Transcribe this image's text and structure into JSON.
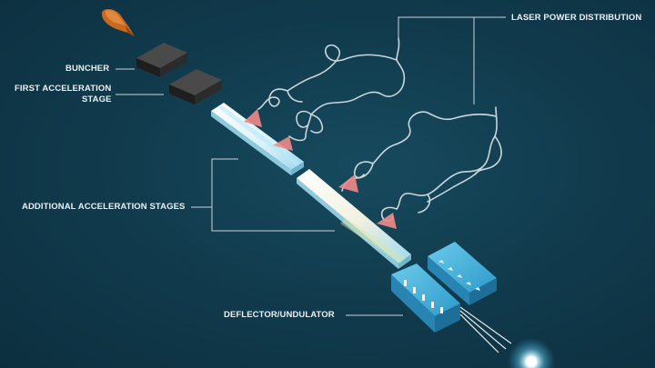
{
  "labels": {
    "buncher": "BUNCHER",
    "first_stage_line1": "FIRST ACCELERATION",
    "first_stage_line2": "STAGE",
    "additional_stages": "ADDITIONAL ACCELERATION STAGES",
    "laser_power": "LASER POWER DISTRIBUTION",
    "deflector": "DEFLECTOR/UNDULATOR"
  },
  "colors": {
    "background": "#113c4e",
    "waveguide": "#c9d6dc",
    "coupler": "#f08a8a",
    "chip": "#e6f7ff",
    "chip_glow": "#9fe2f7",
    "electron_gun": "#c9691f",
    "block": "#2b2b2b",
    "undulator": "#45b8e6"
  },
  "icons": {
    "source": "electron-gun-icon",
    "output": "electron-beam-glow-icon"
  }
}
